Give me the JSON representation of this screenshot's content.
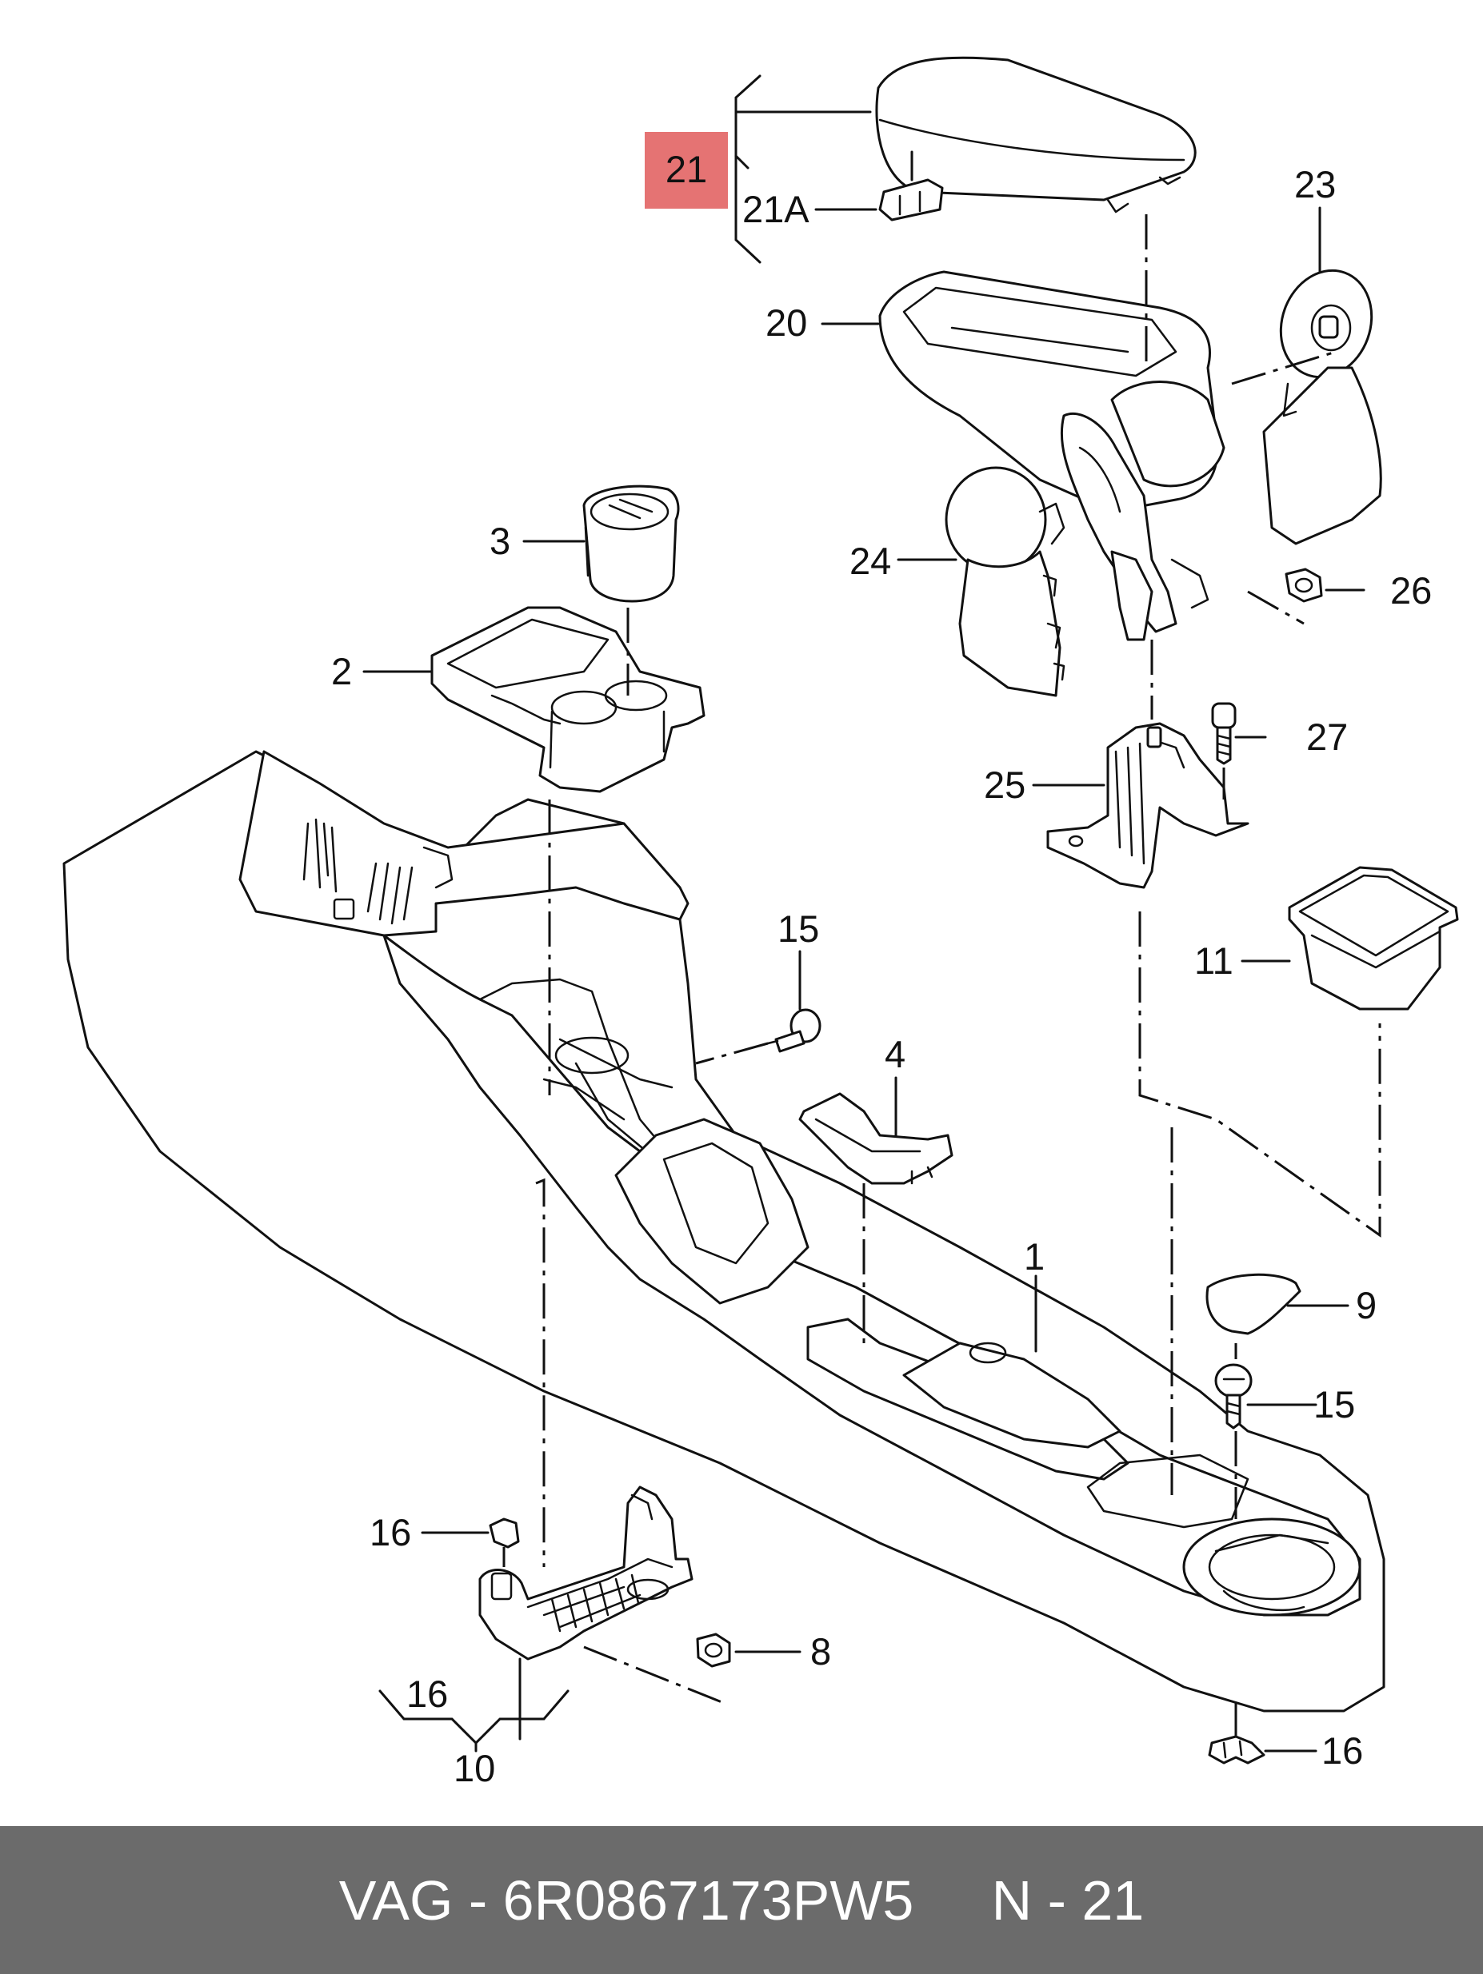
{
  "diagram": {
    "callouts": [
      {
        "id": "c21",
        "text": "21",
        "highlighted": true
      },
      {
        "id": "c21a",
        "text": "21A"
      },
      {
        "id": "c20",
        "text": "20"
      },
      {
        "id": "c23",
        "text": "23"
      },
      {
        "id": "c3",
        "text": "3"
      },
      {
        "id": "c24",
        "text": "24"
      },
      {
        "id": "c26",
        "text": "26"
      },
      {
        "id": "c2",
        "text": "2"
      },
      {
        "id": "c27",
        "text": "27"
      },
      {
        "id": "c25",
        "text": "25"
      },
      {
        "id": "c15a",
        "text": "15"
      },
      {
        "id": "c11",
        "text": "11"
      },
      {
        "id": "c4",
        "text": "4"
      },
      {
        "id": "c1",
        "text": "1"
      },
      {
        "id": "c9",
        "text": "9"
      },
      {
        "id": "c15b",
        "text": "15"
      },
      {
        "id": "c16a",
        "text": "16"
      },
      {
        "id": "c8",
        "text": "8"
      },
      {
        "id": "c16b",
        "text": "16"
      },
      {
        "id": "c10",
        "text": "10"
      },
      {
        "id": "c16c",
        "text": "16"
      }
    ],
    "highlight_color": "#e57373"
  },
  "footer": {
    "brand": "VAG",
    "separator": " - ",
    "part_number": "6R0867173PW5",
    "diagram_ref": "N - 21",
    "background": "#6b6b6b"
  }
}
